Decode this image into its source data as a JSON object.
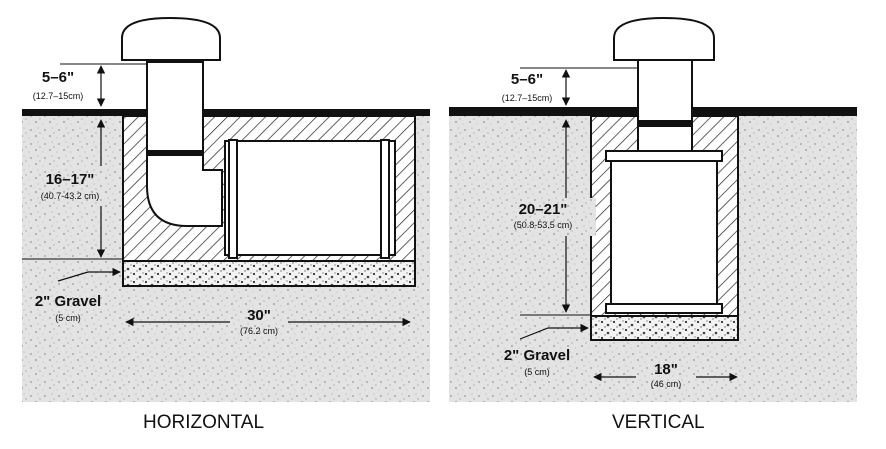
{
  "horizontal": {
    "caption": "HORIZONTAL",
    "above_ground": {
      "main": "5–6\"",
      "sub": "(12.7–15cm)"
    },
    "depth": {
      "main": "16–17\"",
      "sub": "(40.7-43.2 cm)"
    },
    "gravel": {
      "main": "2\" Gravel",
      "sub": "(5 cm)"
    },
    "width": {
      "main": "30\"",
      "sub": "(76.2 cm)"
    }
  },
  "vertical": {
    "caption": "VERTICAL",
    "above_ground": {
      "main": "5–6\"",
      "sub": "(12.7–15cm)"
    },
    "depth": {
      "main": "20–21\"",
      "sub": "(50.8-53.5 cm)"
    },
    "gravel": {
      "main": "2\" Gravel",
      "sub": "(5 cm)"
    },
    "width": {
      "main": "18\"",
      "sub": "(46 cm)"
    }
  },
  "colors": {
    "soil": "#e4e4e4",
    "ink": "#111111",
    "gravel": "#ededed",
    "cap": "#ffffff"
  }
}
